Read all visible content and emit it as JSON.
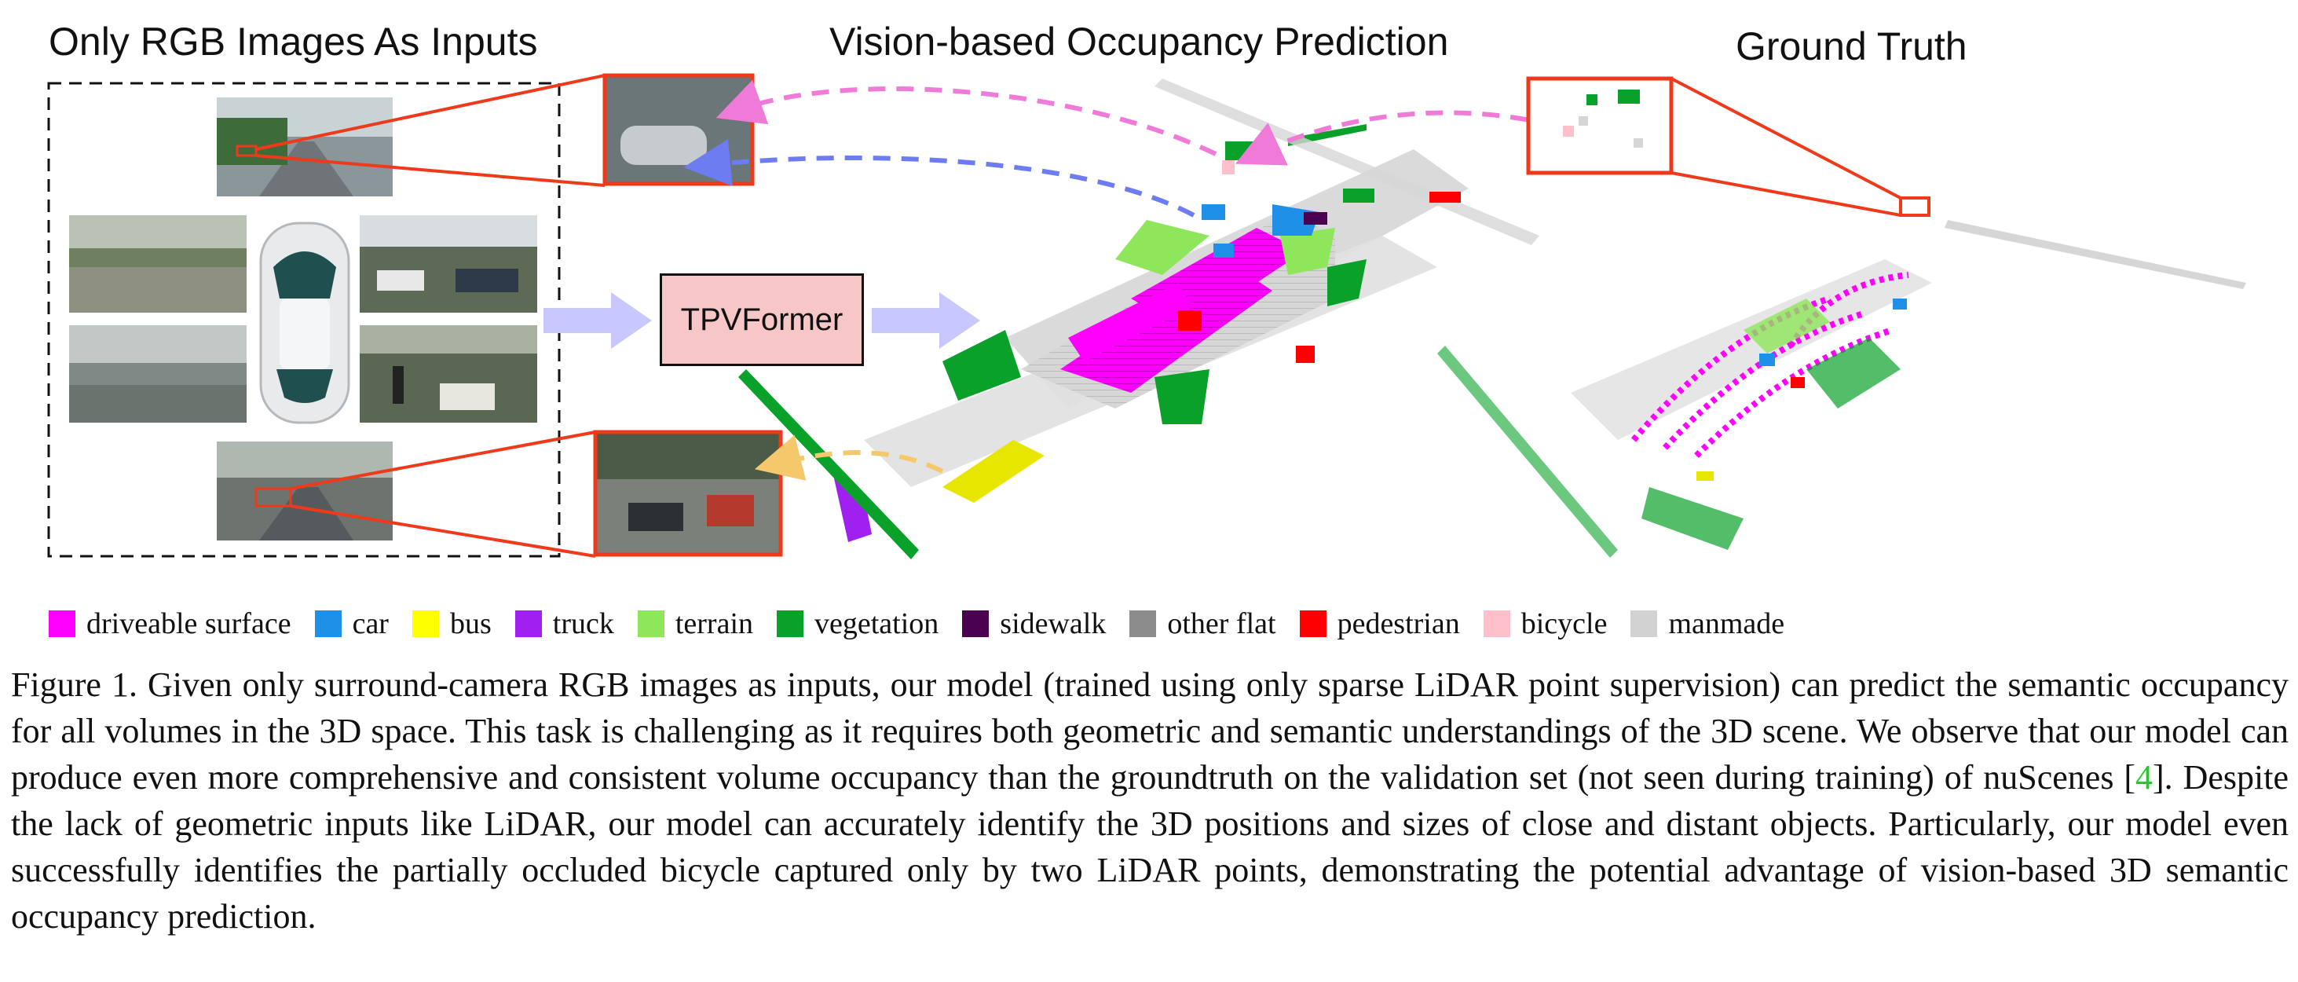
{
  "headings": {
    "inputs": "Only RGB Images As Inputs",
    "prediction": "Vision-based Occupancy Prediction",
    "ground_truth": "Ground Truth"
  },
  "model_box": {
    "label": "TPVFormer"
  },
  "legend": [
    {
      "label": "driveable surface",
      "color": "#ff00ff"
    },
    {
      "label": "car",
      "color": "#1e90e8"
    },
    {
      "label": "bus",
      "color": "#ffff00"
    },
    {
      "label": "truck",
      "color": "#a020f0"
    },
    {
      "label": "terrain",
      "color": "#8ee65a"
    },
    {
      "label": "vegetation",
      "color": "#0aa12a"
    },
    {
      "label": "sidewalk",
      "color": "#4b0050"
    },
    {
      "label": "other flat",
      "color": "#8c8c8c"
    },
    {
      "label": "pedestrian",
      "color": "#ff0000"
    },
    {
      "label": "bicycle",
      "color": "#ffc0cb"
    },
    {
      "label": "manmade",
      "color": "#d2d2d2"
    }
  ],
  "caption": {
    "part1": "Figure 1.  Given only surround-camera RGB images as inputs, our model (trained using only sparse LiDAR point supervision) can predict the semantic occupancy for all volumes in the 3D space. This task is challenging as it requires both geometric and semantic understandings of the 3D scene. We observe that our model can produce even more comprehensive and consistent volume occupancy than the groundtruth on the validation set (not seen during training) of nuScenes [",
    "citation": "4",
    "part2": "]. Despite the lack of geometric inputs like LiDAR, our model can accurately identify the 3D positions and sizes of close and distant objects. Particularly, our model even successfully identifies the partially occluded bicycle captured only by two LiDAR points, demonstrating the potential advantage of vision-based 3D semantic occupancy prediction."
  },
  "colors": {
    "callout": "#ee3a1a",
    "arrow": "#c8c8ff",
    "model_box": "#f6c7c6"
  }
}
